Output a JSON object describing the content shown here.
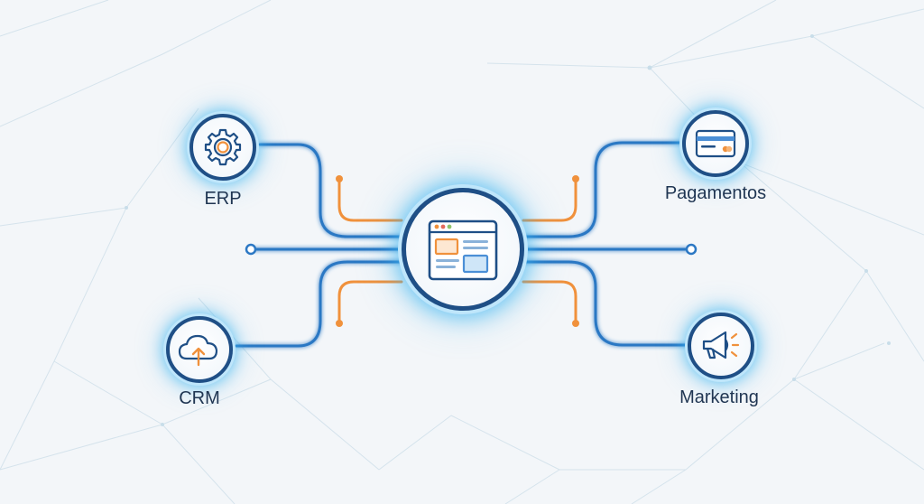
{
  "nodes": {
    "erp": {
      "label": "ERP",
      "icon": "gear-icon"
    },
    "crm": {
      "label": "CRM",
      "icon": "cloud-upload-icon"
    },
    "payments": {
      "label": "Pagamentos",
      "icon": "credit-card-icon"
    },
    "marketing": {
      "label": "Marketing",
      "icon": "megaphone-icon"
    },
    "hub": {
      "icon": "browser-window-icon"
    }
  },
  "colors": {
    "blue_line": "#2c78c4",
    "orange_line": "#f0913c",
    "node_border": "#1f4f86",
    "glow": "#38b2f0",
    "text": "#1f3552",
    "accent_orange": "#f0913c"
  }
}
